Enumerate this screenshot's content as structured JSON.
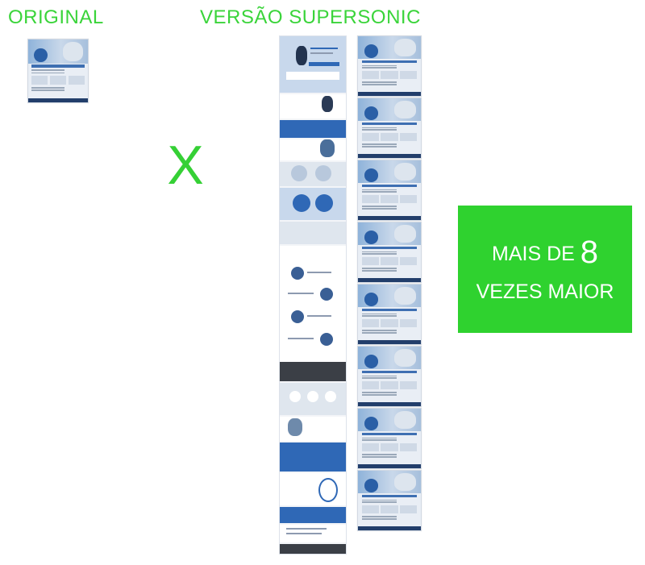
{
  "labels": {
    "original": "ORIGINAL",
    "supersonic": "VERSÃO SUPERSONIC",
    "versus": "X"
  },
  "callout": {
    "prefix": "MAIS DE",
    "number": "8",
    "line2": "VEZES MAIOR"
  },
  "thumbnail_copies": 8,
  "colors": {
    "accent_green": "#2fd22f",
    "page_blue": "#2f68b6"
  }
}
